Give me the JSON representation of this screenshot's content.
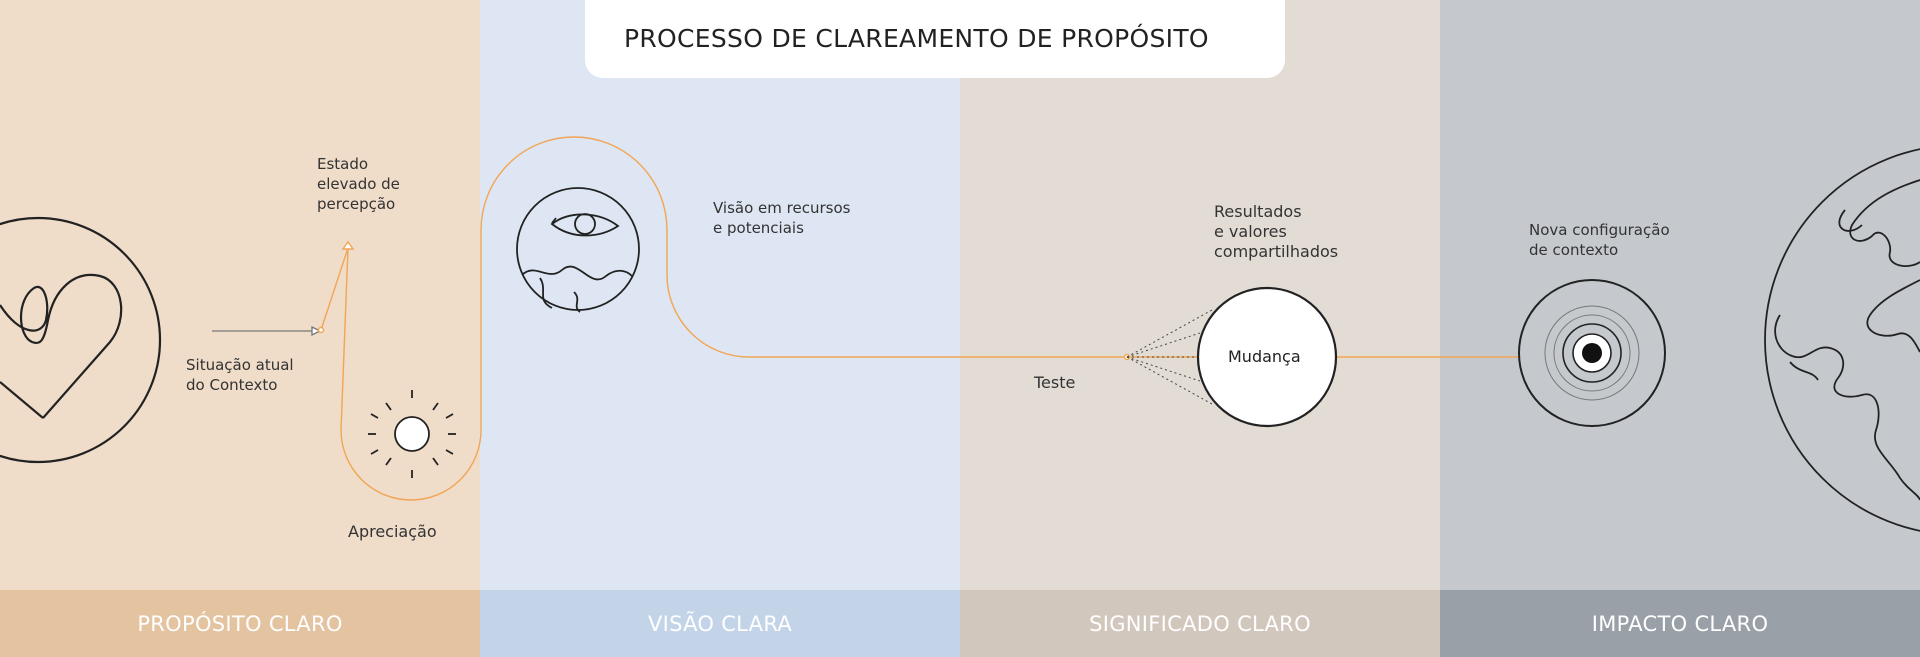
{
  "title": "PROCESSO DE CLAREAMENTO DE PROPÓSITO",
  "colors": {
    "col1": "#efdcc9",
    "col2": "#dde6f2",
    "col3": "#e2dcd5",
    "col4": "#c5c9ce",
    "band1": "#e3c3a0",
    "band2": "#c3d4e9",
    "band3": "#d2c7bd",
    "band4": "#9aa0a8",
    "accent": "#f2a553"
  },
  "phases": [
    {
      "label": "PROPÓSITO CLARO"
    },
    {
      "label": "VISÃO CLARA"
    },
    {
      "label": "SIGNIFICADO CLARO"
    },
    {
      "label": "IMPACTO CLARO"
    }
  ],
  "labels": {
    "estado": [
      "Estado",
      "elevado de",
      "percepção"
    ],
    "situacao": [
      "Situação atual",
      "do Contexto"
    ],
    "apreciacao": [
      "Apreciação"
    ],
    "visao": [
      "Visão em recursos",
      "e potenciais"
    ],
    "teste": [
      "Teste"
    ],
    "resultados": [
      "Resultados",
      "e valores",
      "compartilhados"
    ],
    "mudanca": "Mudança",
    "nova": [
      "Nova configuração",
      "de contexto"
    ]
  },
  "icons": [
    "heart-circle-icon",
    "sun-icon",
    "eye-landscape-icon",
    "target-icon",
    "globe-icon"
  ]
}
